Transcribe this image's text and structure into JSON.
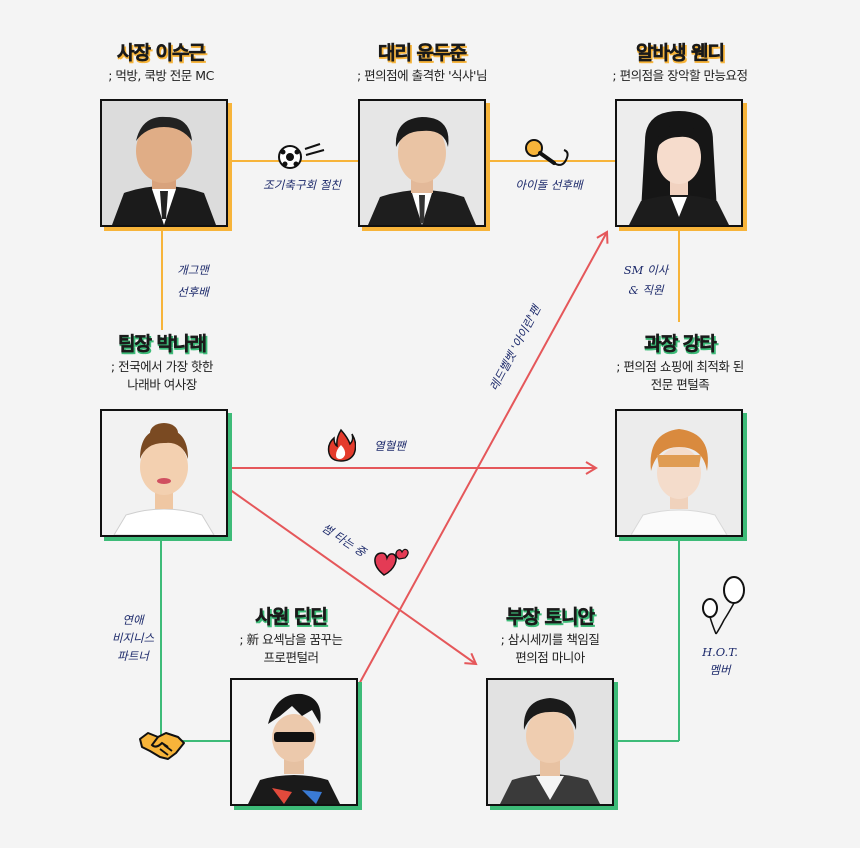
{
  "people": {
    "boss": {
      "name": "사장 이수근",
      "desc": "; 먹방, 쿡방 전문 MC"
    },
    "deputy": {
      "name": "대리 윤두준",
      "desc": "; 편의점에 출격한 '식샤'님"
    },
    "parttimer": {
      "name": "알바생 웬디",
      "desc": "; 편의점을 장악할 만능요정"
    },
    "teamlead": {
      "name": "팀장 박나래",
      "desc1": "; 전국에서 가장 핫한",
      "desc2": "나래바 여사장"
    },
    "manager": {
      "name": "과장 강타",
      "desc1": "; 편의점 쇼핑에 최적화 된",
      "desc2": "전문 편털족"
    },
    "staff": {
      "name": "사원 딘딘",
      "desc1": "; 新 요섹남을 꿈꾸는",
      "desc2": "프로편털러"
    },
    "director": {
      "name": "부장 토니안",
      "desc1": "; 삼시세끼를 책임질",
      "desc2": "편의점 마니아"
    }
  },
  "relations": {
    "soccer": "조기축구회 절친",
    "idol": "아이돌 선후배",
    "gagman1": "개그맨",
    "gagman2": "선후배",
    "sm1": "SM 이사",
    "sm2": "& 직원",
    "redvelvet": "레드벨벳 '아이린'팬",
    "fan": "열혈팬",
    "crush": "썸 타는 중",
    "biz1": "연애",
    "biz2": "비지니스",
    "biz3": "파트너",
    "hot1": "H.O.T.",
    "hot2": "멤버"
  },
  "colors": {
    "orange": "#f7b43a",
    "green": "#3dbb78",
    "red": "#e5575a",
    "ink": "#1d2a6b"
  },
  "icons": [
    "soccer-ball-icon",
    "microphone-icon",
    "fire-icon",
    "heart-icon",
    "handshake-icon",
    "balloons-icon"
  ]
}
